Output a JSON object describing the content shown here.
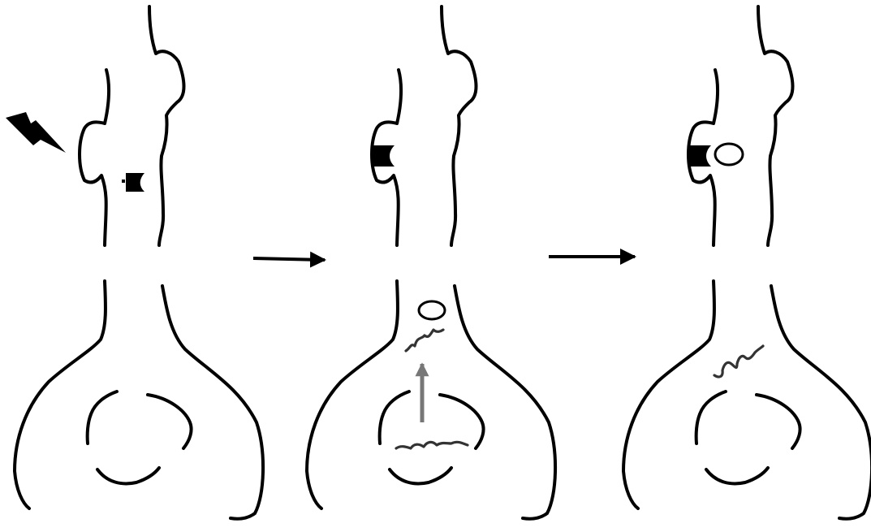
{
  "figure": {
    "panels": [
      {
        "stage": 1,
        "stimulus": "lightning-bolt",
        "elements": [
          "spine-neck",
          "detached-tag",
          "cell-body",
          "nucleus"
        ]
      },
      {
        "stage": 2,
        "elements": [
          "spine-neck",
          "tagged-synapse",
          "cell-body",
          "nucleus",
          "transcribed-mrna",
          "vesicle",
          "upward-transport-arrow",
          "mrna-in-transit"
        ]
      },
      {
        "stage": 3,
        "elements": [
          "spine-neck",
          "tagged-synapse",
          "captured-vesicle",
          "cell-body",
          "nucleus",
          "mrna-in-dendrite"
        ]
      }
    ],
    "transitions": [
      "panel-1-to-panel-2",
      "panel-2-to-panel-3"
    ]
  },
  "colors": {
    "ink": "#000000",
    "mrna": "#333333",
    "transport_arrow": "#777777",
    "vesicle_fill": "#ffffff",
    "background": "#ffffff"
  }
}
